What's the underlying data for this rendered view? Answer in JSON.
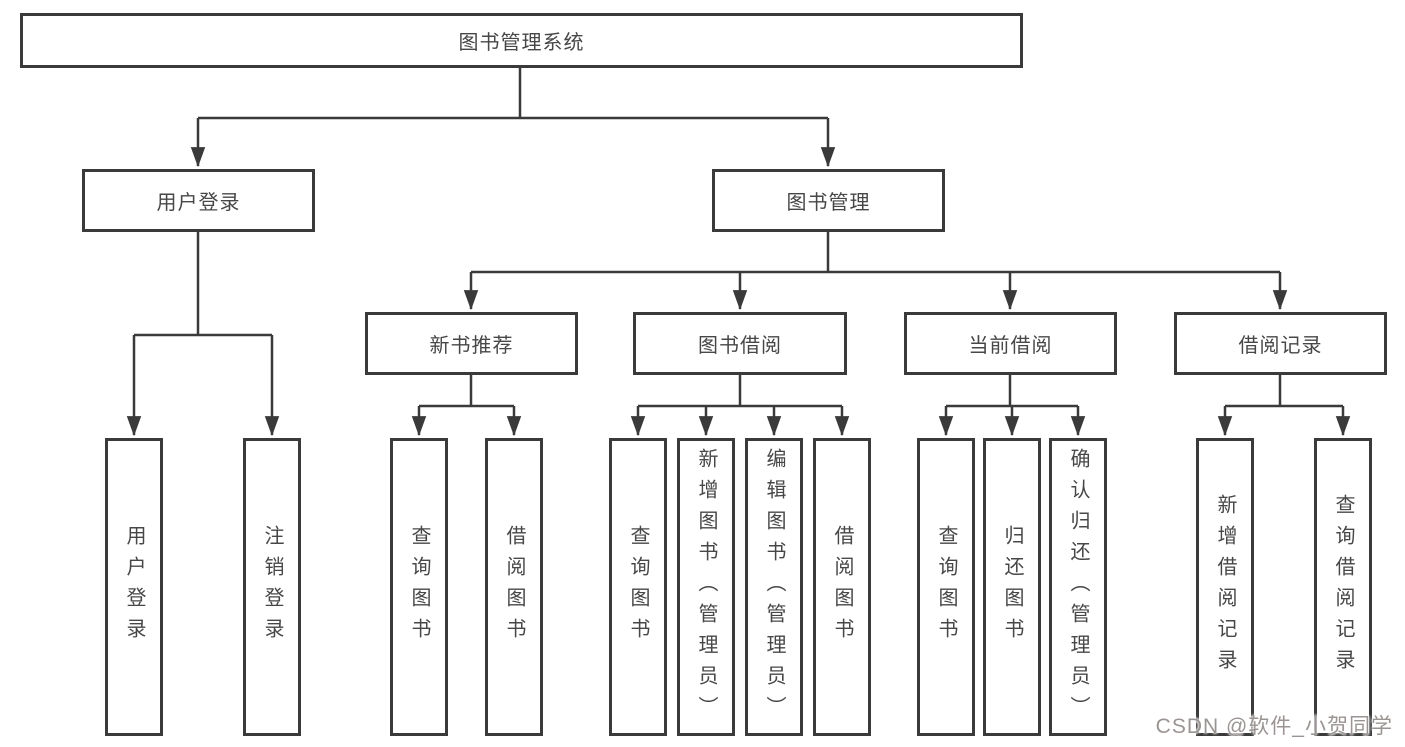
{
  "tree": {
    "label": "图书管理系统",
    "children": [
      {
        "label": "用户登录",
        "children": [
          {
            "label": "用户登录"
          },
          {
            "label": "注销登录"
          }
        ]
      },
      {
        "label": "图书管理",
        "children": [
          {
            "label": "新书推荐",
            "children": [
              {
                "label": "查询图书"
              },
              {
                "label": "借阅图书"
              }
            ]
          },
          {
            "label": "图书借阅",
            "children": [
              {
                "label": "查询图书"
              },
              {
                "label": "新增图书（管理员）"
              },
              {
                "label": "编辑图书（管理员）"
              },
              {
                "label": "借阅图书"
              }
            ]
          },
          {
            "label": "当前借阅",
            "children": [
              {
                "label": "查询图书"
              },
              {
                "label": "归还图书"
              },
              {
                "label": "确认归还（管理员）"
              }
            ]
          },
          {
            "label": "借阅记录",
            "children": [
              {
                "label": "新增借阅记录"
              },
              {
                "label": "查询借阅记录"
              }
            ]
          }
        ]
      }
    ]
  },
  "watermark": "CSDN @软件_小贺同学",
  "colors": {
    "line": "#3a3a3a",
    "text": "#474747",
    "watermark": "#9a9492",
    "background": "#ffffff"
  }
}
